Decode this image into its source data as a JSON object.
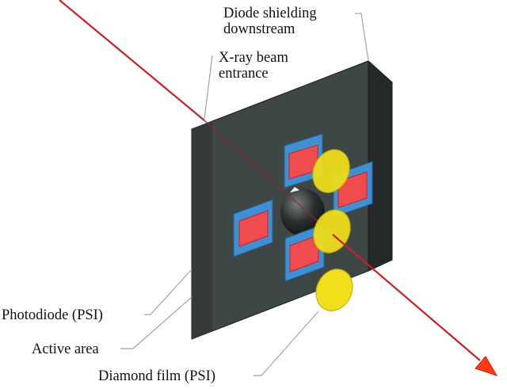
{
  "labels": {
    "diode_shielding_line1": "Diode shielding",
    "diode_shielding_line2": "downstream",
    "xray_line1": "X-ray beam",
    "xray_line2": "entrance",
    "photodiode": "Photodiode (PSI)",
    "active_area": "Active area",
    "diamond_film": "Diamond film (PSI)"
  },
  "colors": {
    "block_front": "#3f4646",
    "block_top": "#2f3434",
    "block_side": "#252929",
    "photodiode": "#3f8fd2",
    "active_area": "#f04b4f",
    "diamond_film": "#f1df1c",
    "beam": "#c8202a",
    "arrowhead": "#ff3b1a",
    "leader": "#9aa7ad"
  }
}
